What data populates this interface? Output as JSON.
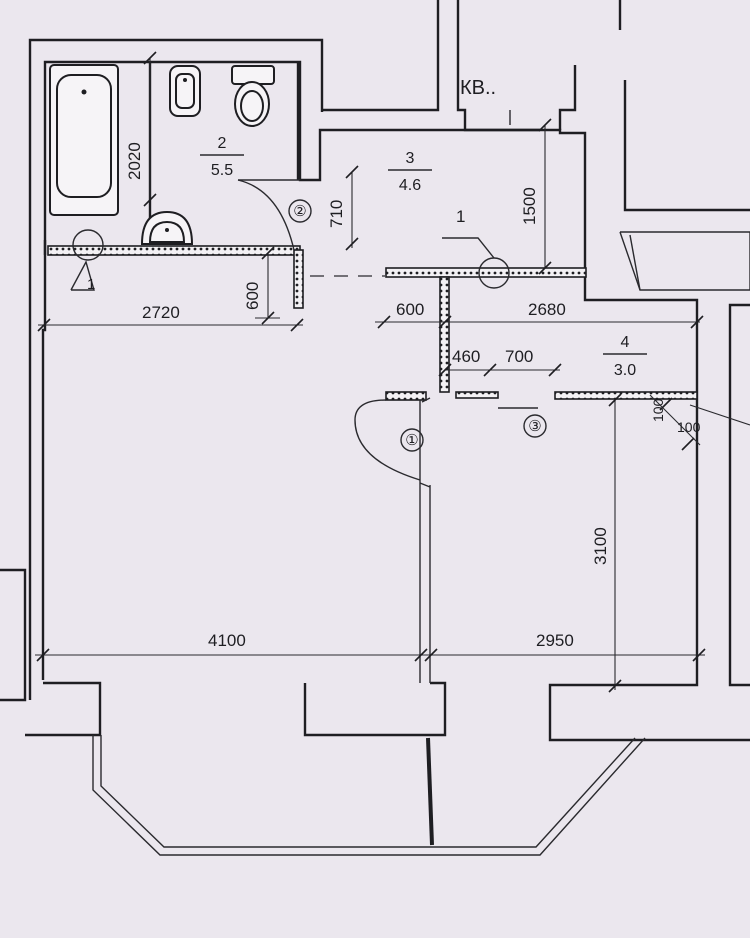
{
  "labels": {
    "apartment": "КВ..",
    "note_ref_a": "1",
    "note_ref_b": "1"
  },
  "rooms": [
    {
      "number": "2",
      "area": "5.5"
    },
    {
      "number": "3",
      "area": "4.6"
    },
    {
      "number": "4",
      "area": "3.0"
    }
  ],
  "door_markers": [
    "②",
    "①",
    "③"
  ],
  "dimensions": [
    "2020",
    "710",
    "1500",
    "600",
    "2720",
    "600",
    "2680",
    "460",
    "700",
    "100",
    "100",
    "3100",
    "4100",
    "2950"
  ],
  "colors": {
    "paper": "#ebe7ee",
    "ink": "#1e1e22"
  }
}
